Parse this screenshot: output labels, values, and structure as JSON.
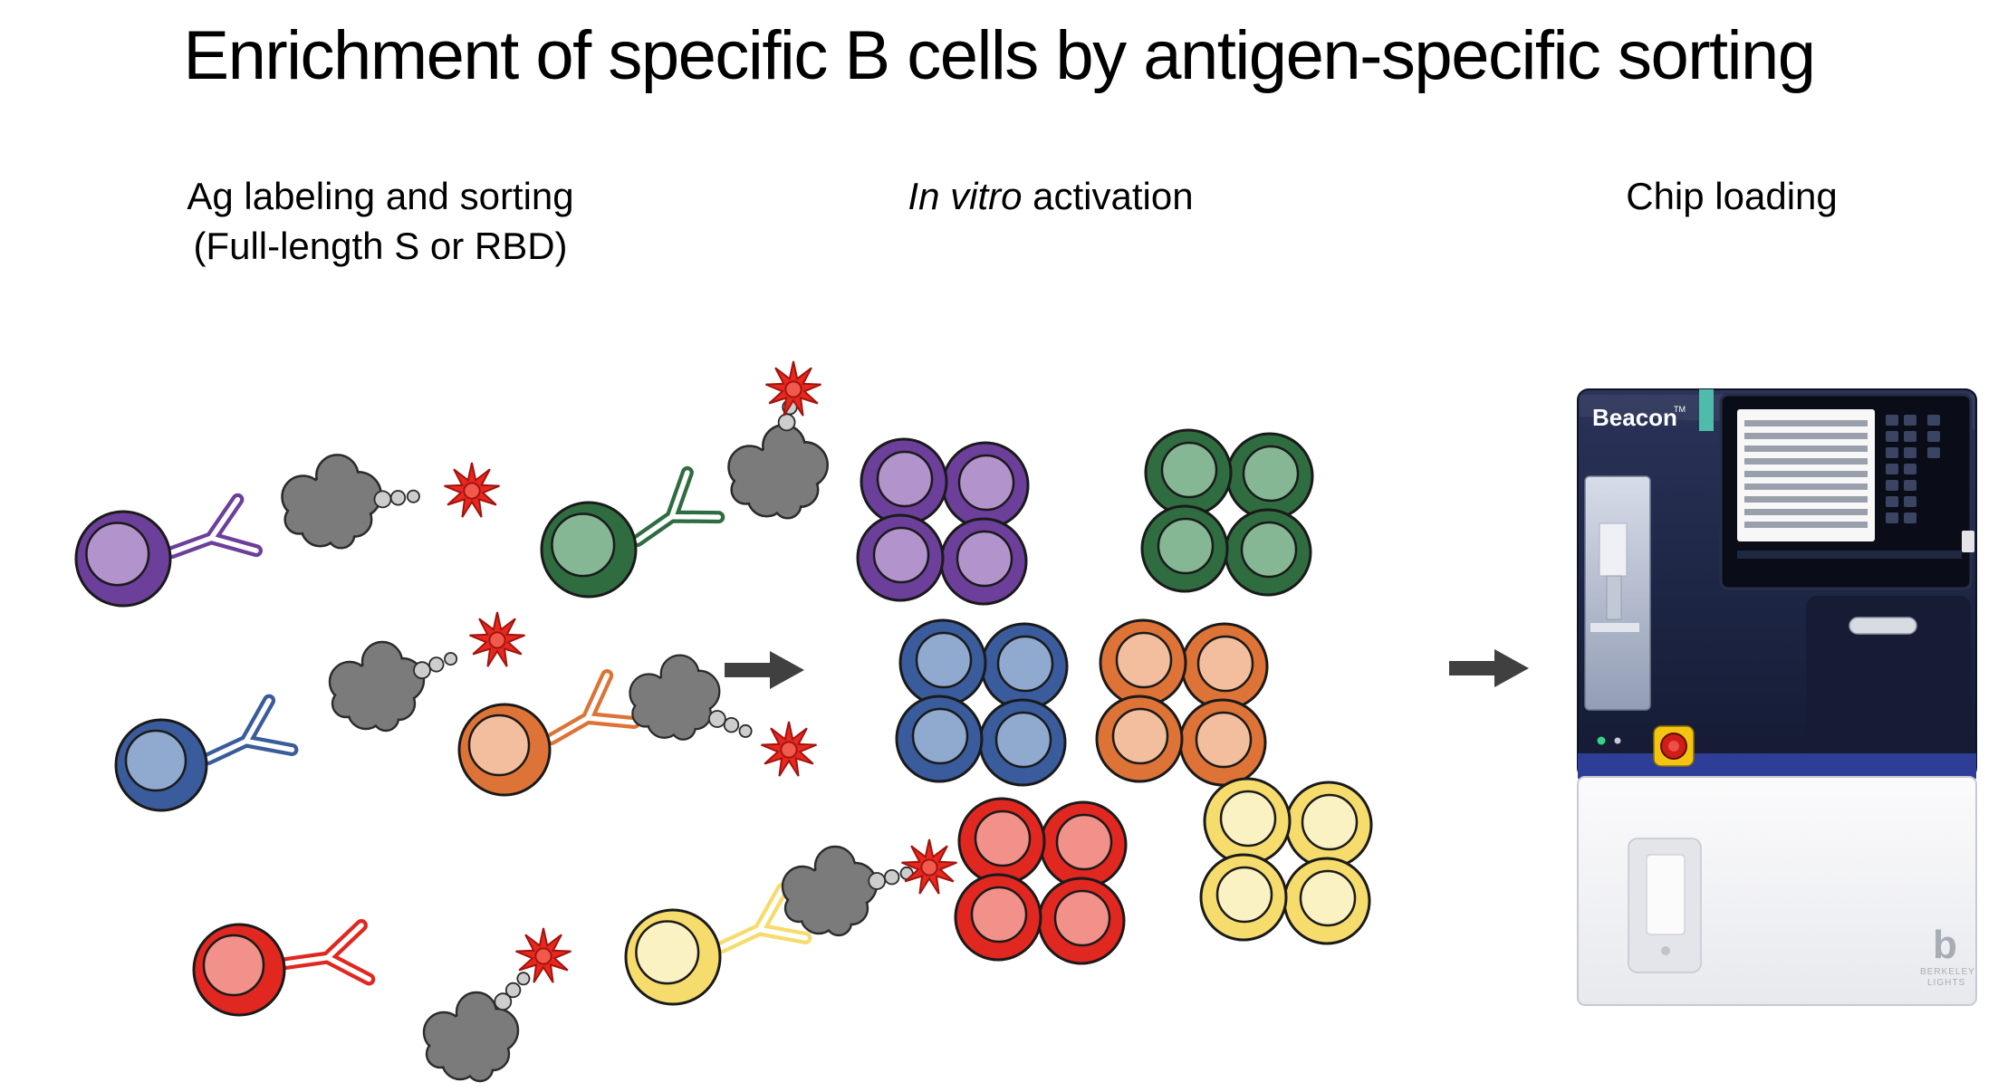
{
  "title": "Enrichment of specific B cells by antigen-specific sorting",
  "panels": {
    "sorting": {
      "line1": "Ag labeling and sorting",
      "line2": "(Full-length S or RBD)"
    },
    "activation": {
      "italic": "In vitro",
      "rest": " activation"
    },
    "loading": {
      "label": "Chip loading"
    }
  },
  "instrument": {
    "brand": "Beacon",
    "trademark": "TM",
    "maker_line1": "BERKELEY",
    "maker_line2": "LIGHTS",
    "logo_glyph": "b"
  },
  "cell_types": [
    {
      "name": "purple",
      "body": "#6C3F9B",
      "nucleus": "#B393CC"
    },
    {
      "name": "green",
      "body": "#2F6C40",
      "nucleus": "#86B794"
    },
    {
      "name": "blue",
      "body": "#3A5C9C",
      "nucleus": "#8FA9CF"
    },
    {
      "name": "orange",
      "body": "#DD7336",
      "nucleus": "#F3BE9D"
    },
    {
      "name": "red",
      "body": "#E02720",
      "nucleus": "#F2918A"
    },
    {
      "name": "yellow",
      "body": "#F5DC6C",
      "nucleus": "#FBF2C4"
    }
  ],
  "b_cell_sequence": [
    "purple",
    "green",
    "blue",
    "orange",
    "red",
    "yellow"
  ],
  "cluster_sequence": [
    "purple",
    "green",
    "blue",
    "orange",
    "red",
    "yellow"
  ],
  "palette": {
    "antigen": "#7B7B7B",
    "antigen_outline": "#2B2B2B",
    "bead": "#CDCDCD",
    "fluorophore": "#E8281E",
    "fluorophore_dark": "#A3130E",
    "fluorophore_center": "#F0594C",
    "arrow": "#404040",
    "outline": "#1A1A1A",
    "background": "#FFFFFF"
  }
}
